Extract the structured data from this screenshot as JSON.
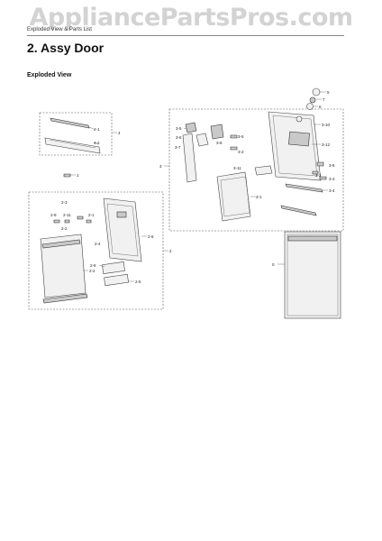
{
  "watermark": "AppliancePartsPros.com",
  "header": {
    "small_title": "Exploded View & Parts List",
    "title": "2.  Assy Door",
    "subtitle": "Exploded View"
  },
  "callouts": {
    "c4": "4",
    "c41": "4-1",
    "c42": "4-2",
    "c1": "1",
    "c3": "3",
    "c35a": "3-5",
    "c36a": "3-6",
    "c37": "3-7",
    "c36b": "3-6",
    "c32a": "3-2",
    "c35b": "3-5",
    "c311": "3-11",
    "c31": "3-1",
    "c310": "3-10",
    "c312": "3-12",
    "c38": "3-8",
    "c32b": "3-2",
    "c33": "3-3",
    "c34": "3-4",
    "c5": "5",
    "c7": "7",
    "c6": "6",
    "c22a": "2-2",
    "c23": "2-3",
    "c211": "2-11",
    "c29": "2-9",
    "c21": "2-1",
    "c26": "2-6",
    "c24": "2-4",
    "c28": "2-8",
    "c25": "2-5",
    "c2": "2",
    "c0": "0"
  }
}
